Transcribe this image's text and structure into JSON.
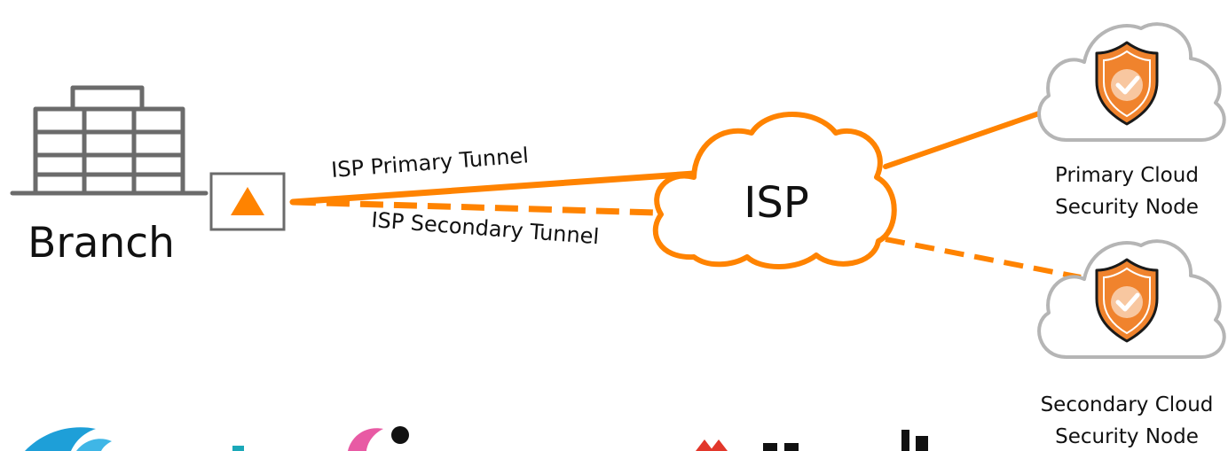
{
  "branch": {
    "label": "Branch"
  },
  "isp": {
    "label": "ISP"
  },
  "tunnels": {
    "primary_label": "ISP Primary Tunnel",
    "secondary_label": "ISP Secondary Tunnel"
  },
  "cloud_nodes": {
    "primary": {
      "line1": "Primary Cloud",
      "line2": "Security Node"
    },
    "secondary": {
      "line1": "Secondary Cloud",
      "line2": "Security Node"
    }
  },
  "colors": {
    "accent": "#FF8300",
    "shield": "#F0832D",
    "shield_outline": "#1A1A1A",
    "building_stroke": "#6B6B6B",
    "cloud_outline": "#B5B5B5",
    "text": "#111111"
  },
  "icons": {
    "branch": "building-icon",
    "edge_device": "gateway-device-icon",
    "isp": "cloud-icon",
    "security": "shield-check-icon"
  }
}
